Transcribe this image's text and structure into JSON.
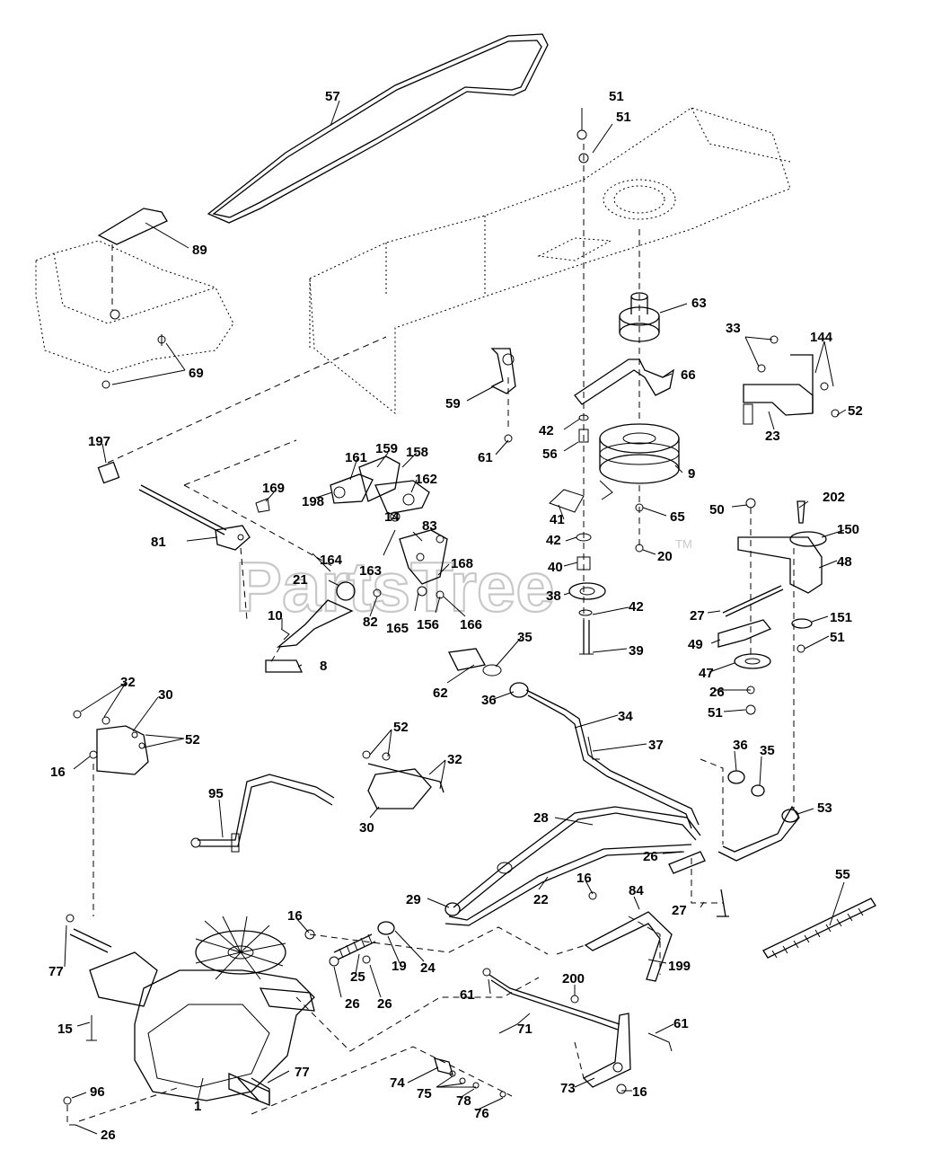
{
  "watermark": {
    "text": "PartsTree",
    "tm": "TM"
  },
  "callouts": {
    "c57": "57",
    "c51a": "51",
    "c51b": "51",
    "c89": "89",
    "c69": "69",
    "c63": "63",
    "c33": "33",
    "c144": "144",
    "c52a": "52",
    "c23": "23",
    "c66": "66",
    "c59": "59",
    "c42a": "42",
    "c56": "56",
    "c61a": "61",
    "c9": "9",
    "c197": "197",
    "c161": "161",
    "c159": "159",
    "c158": "158",
    "c162": "162",
    "c169": "169",
    "c198": "198",
    "c41": "41",
    "c65": "65",
    "c50": "50",
    "c202": "202",
    "c150": "150",
    "c81": "81",
    "c164": "164",
    "c14": "14",
    "c83": "83",
    "c42b": "42",
    "c20": "20",
    "c48": "48",
    "c21": "21",
    "c163": "163",
    "c168": "168",
    "c40": "40",
    "c38": "38",
    "c42c": "42",
    "c27a": "27",
    "c151": "151",
    "c10": "10",
    "c82": "82",
    "c165": "165",
    "c156": "156",
    "c166": "166",
    "c51c": "51",
    "c49": "49",
    "c8": "8",
    "c35a": "35",
    "c39": "39",
    "c47": "47",
    "c32a": "32",
    "c30a": "30",
    "c62": "62",
    "c36a": "36",
    "c26a": "26",
    "c51d": "51",
    "c52b": "52",
    "c34": "34",
    "c16a": "16",
    "c52c": "52",
    "c32b": "32",
    "c37": "37",
    "c36b": "36",
    "c35b": "35",
    "c95": "95",
    "c30b": "30",
    "c53": "53",
    "c28": "28",
    "c26b": "26",
    "c55": "55",
    "c29": "29",
    "c22": "22",
    "c16b": "16",
    "c84": "84",
    "c27b": "27",
    "c16c": "16",
    "c77a": "77",
    "c25": "25",
    "c19": "19",
    "c24": "24",
    "c199": "199",
    "c26c": "26",
    "c26d": "26",
    "c200": "200",
    "c61b": "61",
    "c15": "15",
    "c71": "71",
    "c61c": "61",
    "c77b": "77",
    "c74": "74",
    "c96": "96",
    "c75": "75",
    "c78": "78",
    "c73": "73",
    "c16d": "16",
    "c1": "1",
    "c76": "76",
    "c26e": "26"
  }
}
